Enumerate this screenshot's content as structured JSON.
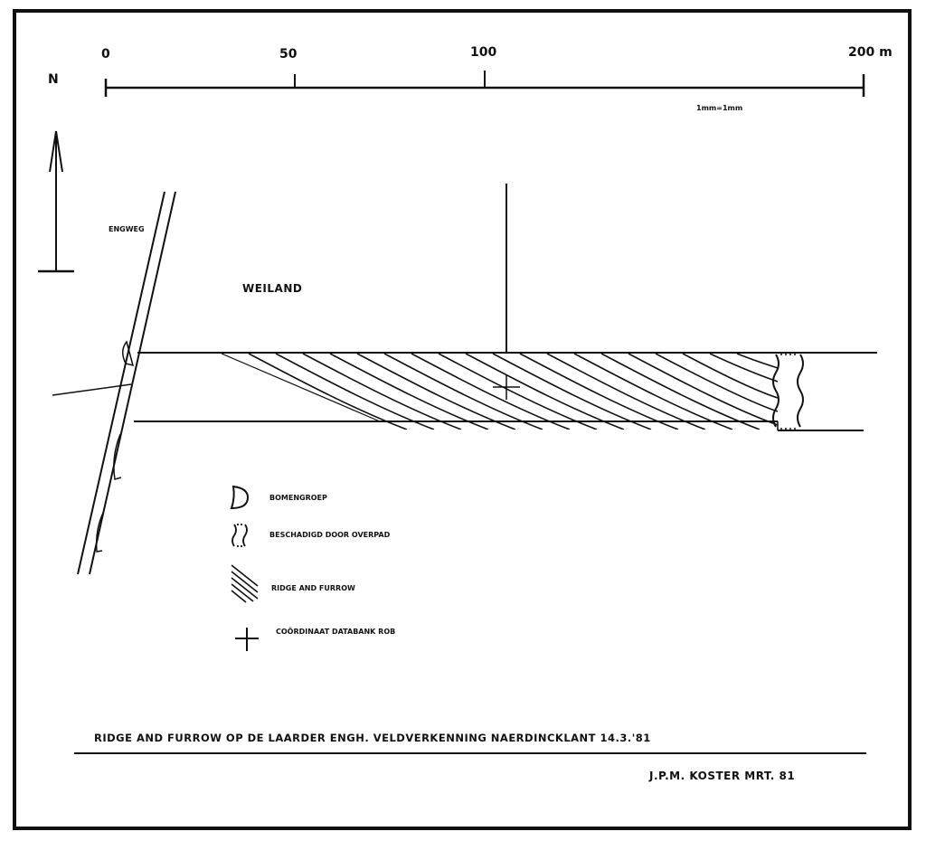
{
  "north_label": "N",
  "scale": {
    "ticks": [
      "0",
      "50",
      "100",
      "200 m"
    ],
    "note": "1mm=1mm"
  },
  "map": {
    "road_label": "ENGWEG",
    "area_label": "WEILAND"
  },
  "legend": {
    "items": [
      {
        "icon": "tree-group-icon",
        "label": "BOMENGROEP"
      },
      {
        "icon": "damaged-icon",
        "label": "BESCHADIGD DOOR OVERPAD"
      },
      {
        "icon": "hatch-icon",
        "label": "RIDGE AND FURROW"
      },
      {
        "icon": "cross-icon",
        "label": "COÖRDINAAT DATABANK ROB"
      }
    ]
  },
  "footer": {
    "title": "RIDGE AND FURROW OP DE LAARDER ENGH.   VELDVERKENNING NAERDINCKLANT 14.3.'81",
    "author": "J.P.M. KOSTER MRT. 81"
  },
  "colors": {
    "ink": "#111111",
    "paper": "#ffffff"
  }
}
